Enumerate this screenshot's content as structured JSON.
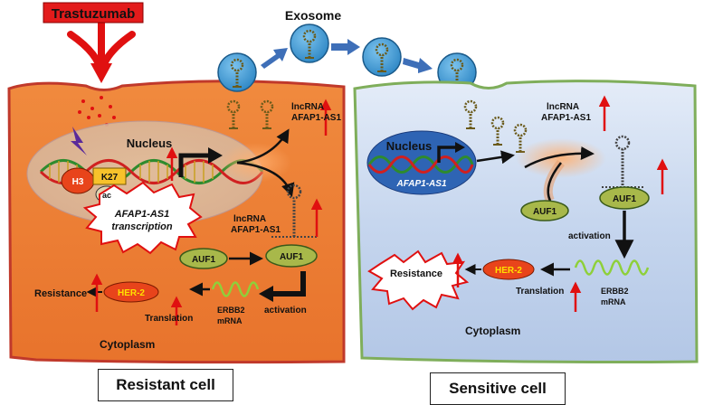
{
  "drug": "Trastuzumab",
  "exosome": "Exosome",
  "resistant": {
    "nucleus": "Nucleus",
    "histone": "H3",
    "mark": "K27",
    "ac": "ac",
    "transcription_line1": "AFAP1-AS1",
    "transcription_line2": "transcription",
    "lnc_top_line1": "lncRNA",
    "lnc_top_line2": "AFAP1-AS1",
    "lnc_mid_line1": "lncRNA",
    "lnc_mid_line2": "AFAP1-AS1",
    "auf1_free": "AUF1",
    "auf1_bound": "AUF1",
    "activation": "activation",
    "erbb2_line1": "ERBB2",
    "erbb2_line2": "mRNA",
    "translation": "Translation",
    "her2": "HER-2",
    "resistance": "Resistance",
    "cytoplasm": "Cytoplasm",
    "cell_label": "Resistant cell"
  },
  "sensitive": {
    "nucleus": "Nucleus",
    "gene": "AFAP1-AS1",
    "lnc_line1": "lncRNA",
    "lnc_line2": "AFAP1-AS1",
    "auf1_free": "AUF1",
    "auf1_bound": "AUF1",
    "activation": "activation",
    "erbb2_line1": "ERBB2",
    "erbb2_line2": "mRNA",
    "translation": "Translation",
    "her2": "HER-2",
    "resistance": "Resistance",
    "cytoplasm": "Cytoplasm",
    "cell_label": "Sensitive cell"
  },
  "colors": {
    "resistant_cell": "#EE7B30",
    "resistant_border": "#C0392B",
    "sensitive_cell": "#C9D8EE",
    "sensitive_border": "#7FAE5B",
    "drug_box": "#E31B1B",
    "up_arrow": "#E01010",
    "exosome": "#3E9AD6",
    "auf1": "#A8B84A",
    "her2": "#E8441B"
  }
}
